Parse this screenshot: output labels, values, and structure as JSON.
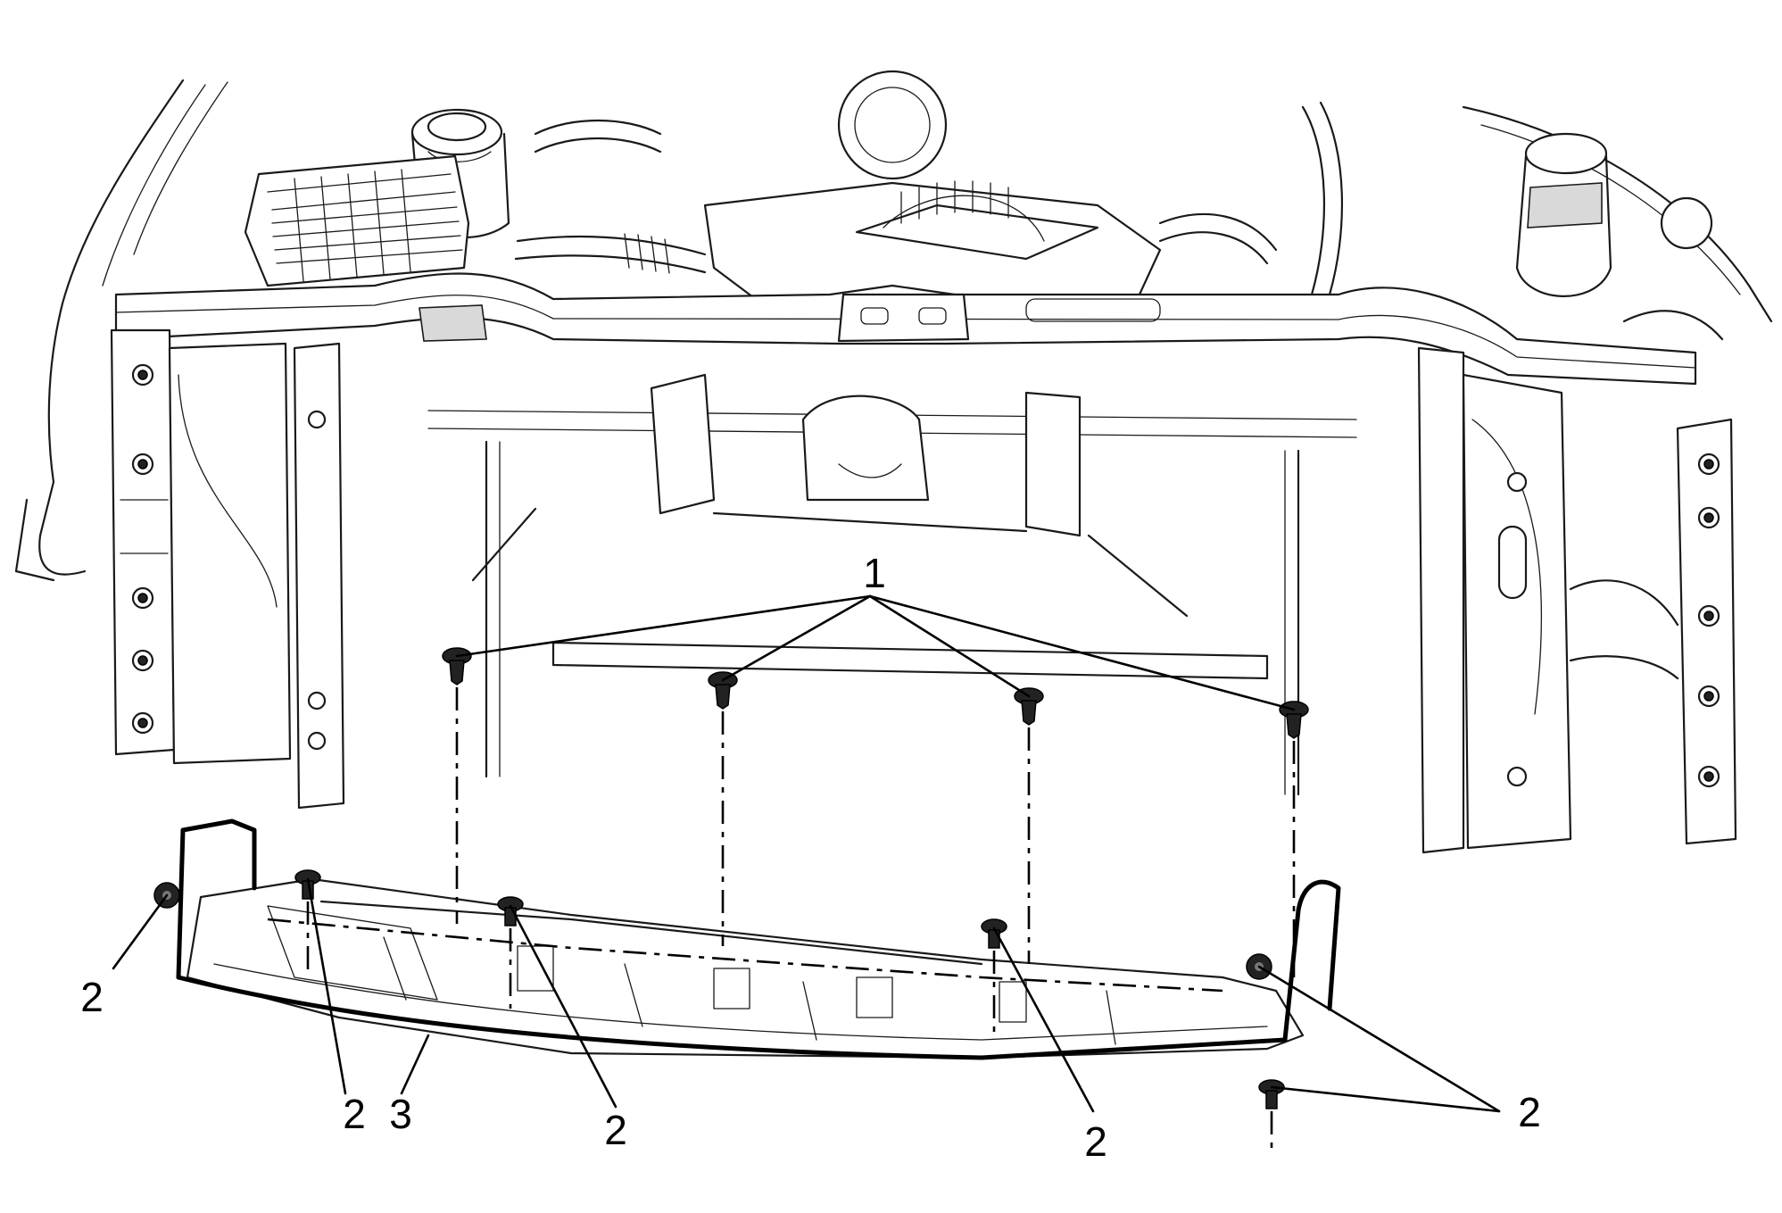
{
  "figure": {
    "callouts": [
      {
        "id": "c1",
        "label": "1"
      },
      {
        "id": "c2a",
        "label": "2"
      },
      {
        "id": "c2b",
        "label": "2"
      },
      {
        "id": "c3",
        "label": "3"
      },
      {
        "id": "c2c",
        "label": "2"
      },
      {
        "id": "c2d",
        "label": "2"
      },
      {
        "id": "c2e",
        "label": "2"
      }
    ],
    "line_color": "#000000",
    "background": "#ffffff"
  }
}
